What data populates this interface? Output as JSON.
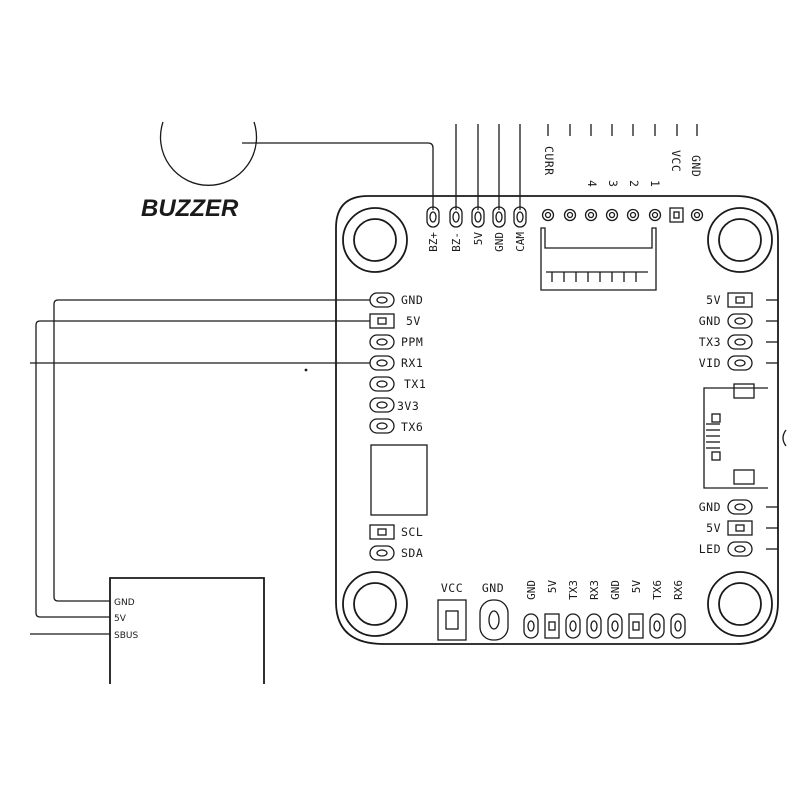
{
  "buzzer": {
    "label": "BUZZER"
  },
  "top_connector": {
    "labels": [
      "BZ+",
      "BZ-",
      "5V",
      "GND",
      "CAM"
    ]
  },
  "top_edge": {
    "labels": [
      "CURR",
      "4",
      "3",
      "2",
      "1",
      "VCC",
      "GND"
    ]
  },
  "left_pads": {
    "labels": [
      "GND",
      "5V",
      "PPM",
      "RX1",
      "TX1",
      "3V3",
      "TX6"
    ]
  },
  "i2c_pads": {
    "labels": [
      "SCL",
      "SDA"
    ]
  },
  "right_upper_pads": {
    "labels": [
      "5V",
      "GND",
      "TX3",
      "VID"
    ]
  },
  "right_lower_pads": {
    "labels": [
      "GND",
      "5V",
      "LED"
    ]
  },
  "bottom_power": {
    "labels": [
      "VCC",
      "GND"
    ]
  },
  "bottom_pads": {
    "labels": [
      "GND",
      "5V",
      "TX3",
      "RX3",
      "GND",
      "5V",
      "TX6",
      "RX6"
    ]
  },
  "receiver": {
    "labels": [
      "GND",
      "5V",
      "SBUS"
    ]
  }
}
